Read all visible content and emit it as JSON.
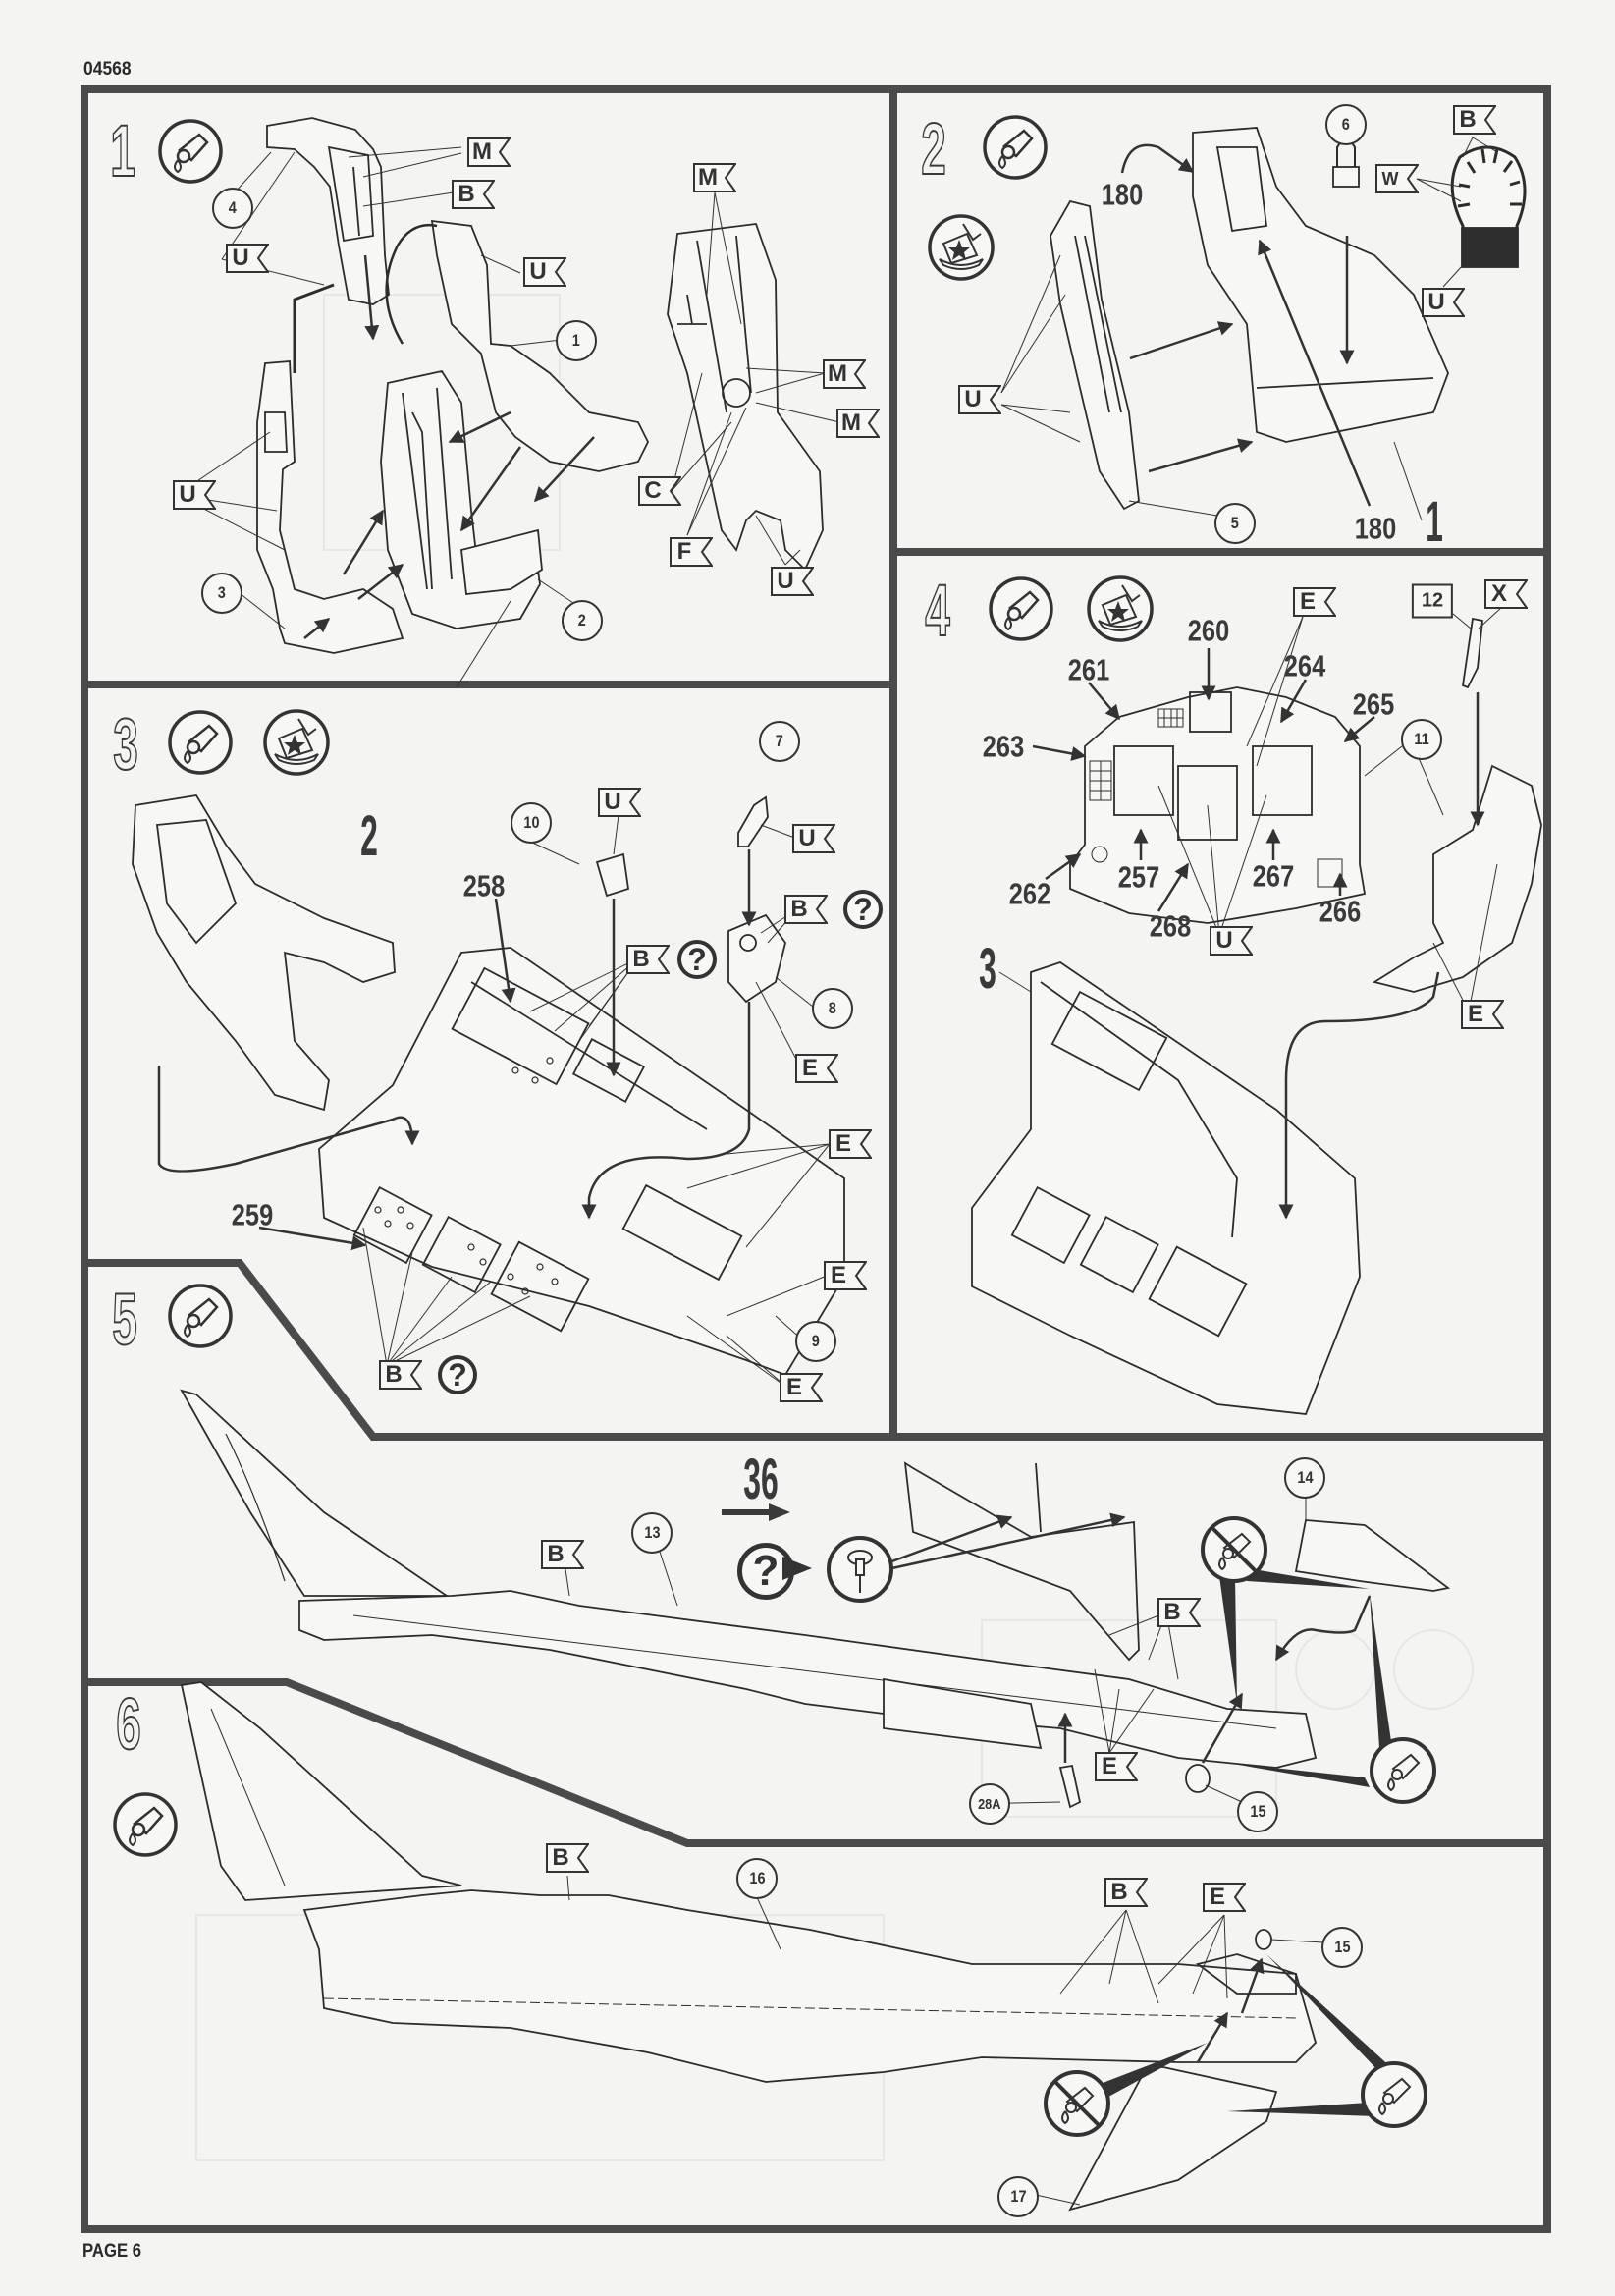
{
  "header": {
    "kit_number": "04568"
  },
  "footer": {
    "page_label": "PAGE 6"
  },
  "colors": {
    "frame": "#4a4a4a",
    "ink": "#333333",
    "paper": "#f4f4f2"
  },
  "icons": {
    "glue": "glue-tube-icon",
    "no_glue": "no-glue-icon",
    "decal": "decal-water-slide-icon",
    "drill": "drill-hole-icon",
    "question": "question-mark-icon"
  },
  "steps": [
    {
      "number": "1",
      "parts": [
        "4",
        "1",
        "3",
        "2"
      ],
      "colors": [
        "M",
        "B",
        "U",
        "U",
        "U",
        "M",
        "M",
        "M",
        "C",
        "F",
        "U"
      ]
    },
    {
      "number": "2",
      "parts": [
        "6",
        "5"
      ],
      "decals": [
        "180",
        "180"
      ],
      "ref_step": "1",
      "colors": [
        "B",
        "W",
        "U",
        "U"
      ]
    },
    {
      "number": "3",
      "parts": [
        "10",
        "7",
        "8",
        "9"
      ],
      "decals": [
        "258",
        "259"
      ],
      "ref_step": "2",
      "colors": [
        "U",
        "U",
        "B",
        "B",
        "E",
        "E",
        "E",
        "E",
        "B"
      ],
      "question": "?"
    },
    {
      "number": "4",
      "parts": [
        "11"
      ],
      "clear_part": "12",
      "decals": [
        "260",
        "261",
        "264",
        "265",
        "263",
        "262",
        "257",
        "267",
        "266",
        "268"
      ],
      "ref_step": "3",
      "colors": [
        "E",
        "X",
        "U",
        "E"
      ]
    },
    {
      "number": "5",
      "parts": [
        "13",
        "14",
        "15",
        "28A"
      ],
      "ref_step": "36",
      "colors": [
        "B",
        "B",
        "E"
      ],
      "question": "?"
    },
    {
      "number": "6",
      "parts": [
        "16",
        "15",
        "17"
      ],
      "colors": [
        "B",
        "B",
        "E"
      ]
    }
  ]
}
